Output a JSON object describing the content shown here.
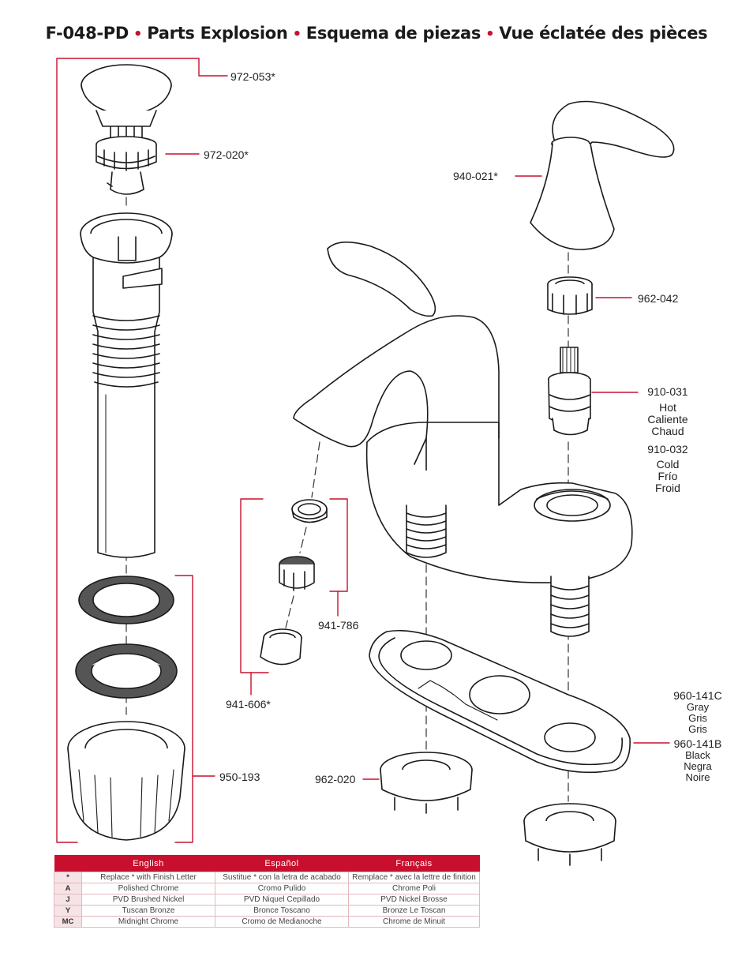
{
  "title": {
    "model": "F-048-PD",
    "en": "Parts Explosion",
    "es": "Esquema de piezas",
    "fr": "Vue éclatée des pièces",
    "separator": "•"
  },
  "callouts": {
    "p972_053": "972-053*",
    "p972_020": "972-020*",
    "p940_021": "940-021*",
    "p962_042": "962-042",
    "p910_031": "910-031",
    "hot": [
      "Hot",
      "Caliente",
      "Chaud"
    ],
    "p910_032": "910-032",
    "cold": [
      "Cold",
      "Frío",
      "Froid"
    ],
    "p941_786": "941-786",
    "p941_606": "941-606*",
    "p950_193": "950-193",
    "p962_020": "962-020",
    "p960_141C": "960-141C",
    "gray": [
      "Gray",
      "Gris",
      "Gris"
    ],
    "p960_141B": "960-141B",
    "black": [
      "Black",
      "Negra",
      "Noire"
    ]
  },
  "finish_table": {
    "headers": [
      "English",
      "Español",
      "Français"
    ],
    "rows": [
      {
        "code": "*",
        "en": "Replace * with Finish Letter",
        "es": "Sustitue * con la letra de acabado",
        "fr": "Remplace * avec la lettre de finition"
      },
      {
        "code": "A",
        "en": "Polished Chrome",
        "es": "Cromo Pulido",
        "fr": "Chrome Poli"
      },
      {
        "code": "J",
        "en": "PVD Brushed Nickel",
        "es": "PVD Niquel Cepillado",
        "fr": "PVD Nickel Brosse"
      },
      {
        "code": "Y",
        "en": "Tuscan Bronze",
        "es": "Bronce Toscano",
        "fr": "Bronze Le Toscan"
      },
      {
        "code": "MC",
        "en": "Midnight Chrome",
        "es": "Cromo de Medianoche",
        "fr": "Chrome de Minuit"
      }
    ]
  },
  "colors": {
    "accent": "#c8102e",
    "line": "#1a1a1a",
    "gasket": "#555555"
  }
}
